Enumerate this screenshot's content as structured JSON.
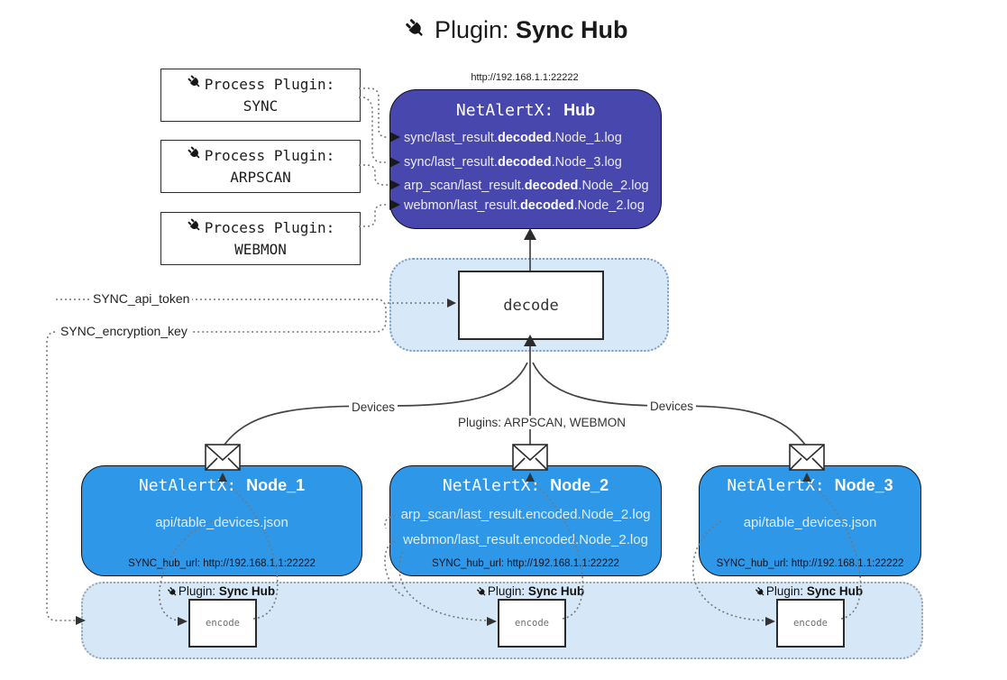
{
  "title": {
    "prefix": "Plugin: ",
    "bold": "Sync Hub"
  },
  "process_plugins": [
    {
      "line1": "Process Plugin:",
      "name": "SYNC"
    },
    {
      "line1": "Process Plugin:",
      "name": "ARPSCAN"
    },
    {
      "line1": "Process Plugin:",
      "name": "WEBMON"
    }
  ],
  "hub": {
    "url": "http://192.168.1.1:22222",
    "title_prefix": "NetAlertX: ",
    "title_bold": "Hub",
    "lines": [
      {
        "pre": "sync/last_result.",
        "bold": "decoded",
        "post": ".Node_1.log"
      },
      {
        "pre": "sync/last_result.",
        "bold": "decoded",
        "post": ".Node_3.log"
      },
      {
        "pre": "arp_scan/last_result.",
        "bold": "decoded",
        "post": ".Node_2.log"
      },
      {
        "pre": "webmon/last_result.",
        "bold": "decoded",
        "post": ".Node_2.log"
      }
    ]
  },
  "decode": {
    "label": "decode"
  },
  "settings": {
    "api_token": "SYNC_api_token",
    "encryption_key": "SYNC_encryption_key"
  },
  "edges": {
    "left": "Devices",
    "center": "Plugins: ARPSCAN, WEBMON",
    "right": "Devices"
  },
  "nodes": [
    {
      "title_prefix": "NetAlertX: ",
      "title_bold": "Node_1",
      "lines": [
        "api/table_devices.json"
      ],
      "footer": "SYNC_hub_url: http://192.168.1.1:22222"
    },
    {
      "title_prefix": "NetAlertX: ",
      "title_bold": "Node_2",
      "lines": [
        "arp_scan/last_result.encoded.Node_2.log",
        "webmon/last_result.encoded.Node_2.log"
      ],
      "footer": "SYNC_hub_url: http://192.168.1.1:22222"
    },
    {
      "title_prefix": "NetAlertX: ",
      "title_bold": "Node_3",
      "lines": [
        "api/table_devices.json"
      ],
      "footer": "SYNC_hub_url: http://192.168.1.1:22222"
    }
  ],
  "encoder": {
    "label_prefix": "Plugin: ",
    "label_bold": "Sync Hub",
    "box_label": "encode"
  },
  "colors": {
    "hub_fill": "#4747ad",
    "node_fill": "#2e97e8",
    "container_fill": "#d7e9f9",
    "container_border": "#7d9cbc",
    "bar_border": "#98a2ab",
    "line": "#444444",
    "dotted": "#777777"
  }
}
